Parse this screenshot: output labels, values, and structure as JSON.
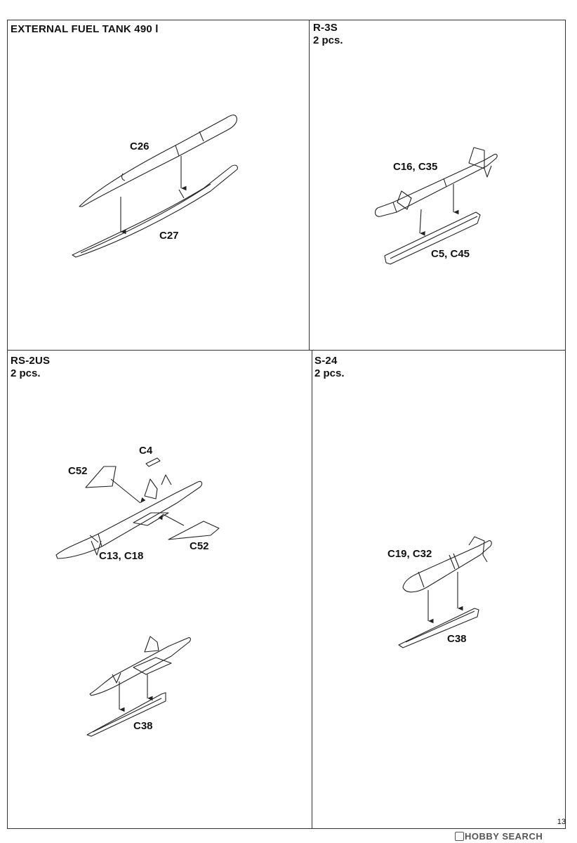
{
  "sections": [
    {
      "title": "EXTERNAL FUEL TANK 490 l",
      "qty": ""
    },
    {
      "title": "R-3S",
      "qty": "2 pcs."
    },
    {
      "title": "RS-2US",
      "qty": "2 pcs."
    },
    {
      "title": "S-24",
      "qty": "2 pcs."
    }
  ],
  "parts": {
    "c26": "C26",
    "c27": "C27",
    "c16_c35": "C16, C35",
    "c5_c45": "C5, C45",
    "c4": "C4",
    "c52_a": "C52",
    "c52_b": "C52",
    "c13_c18": "C13, C18",
    "c38_a": "C38",
    "c19_c32": "C19, C32",
    "c38_b": "C38"
  },
  "page_number": "13",
  "watermark": "HOBBY SEARCH",
  "icons": {
    "watermark": "hobbysearch-logo-icon"
  }
}
